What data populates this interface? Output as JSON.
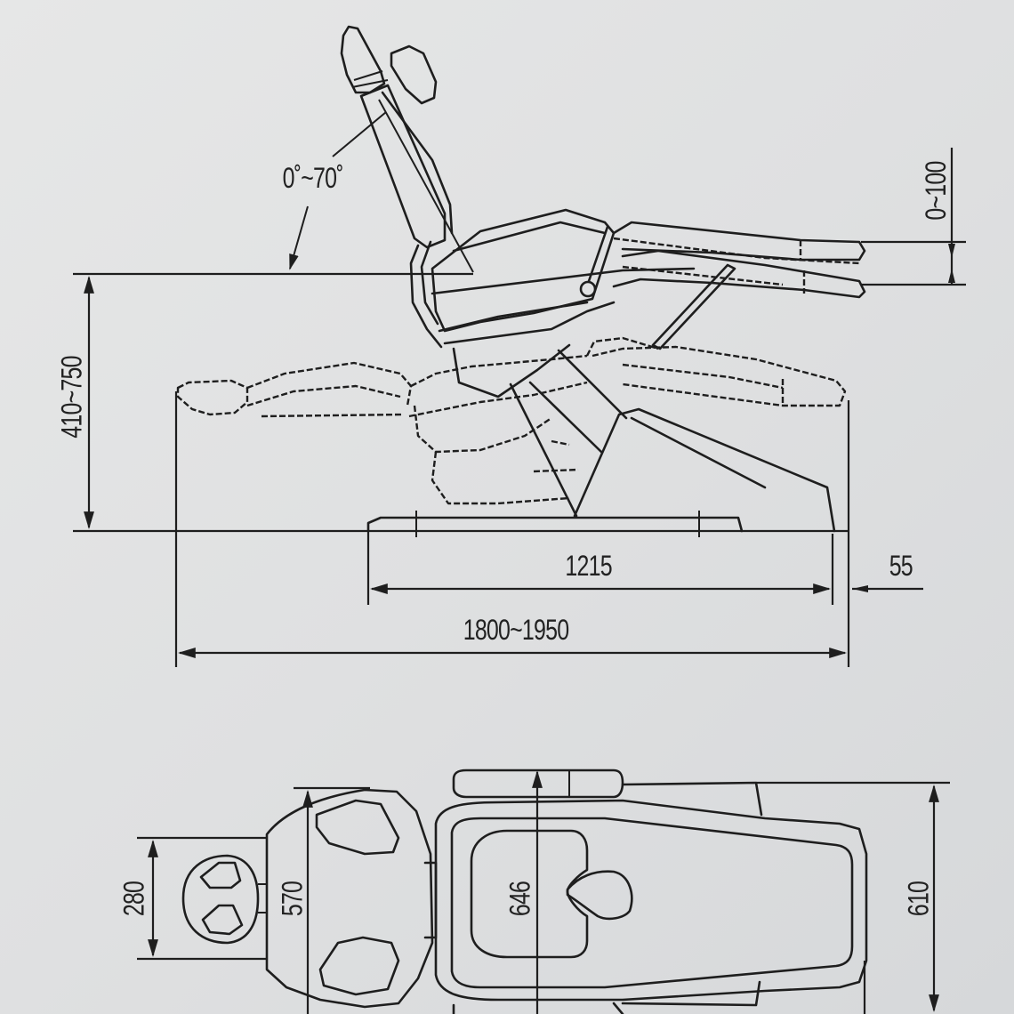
{
  "diagram": {
    "subject": "Dental chair technical drawing",
    "background_color": "#e2e3e4",
    "line_color": "#1e1e1e",
    "side_view": {
      "title": "side-elevation",
      "dimensions": {
        "backrest_angle": "0˚~70˚",
        "leg_rest_lift": "0~100",
        "seat_height": "410~750",
        "base_length": "1215",
        "rear_offset": "55",
        "overall_length": "1800~1950"
      }
    },
    "top_view": {
      "title": "plan-view",
      "dimensions": {
        "headrest_width": "280",
        "backrest_width": "570",
        "armrest_span": "646",
        "seat_width": "610"
      }
    }
  }
}
